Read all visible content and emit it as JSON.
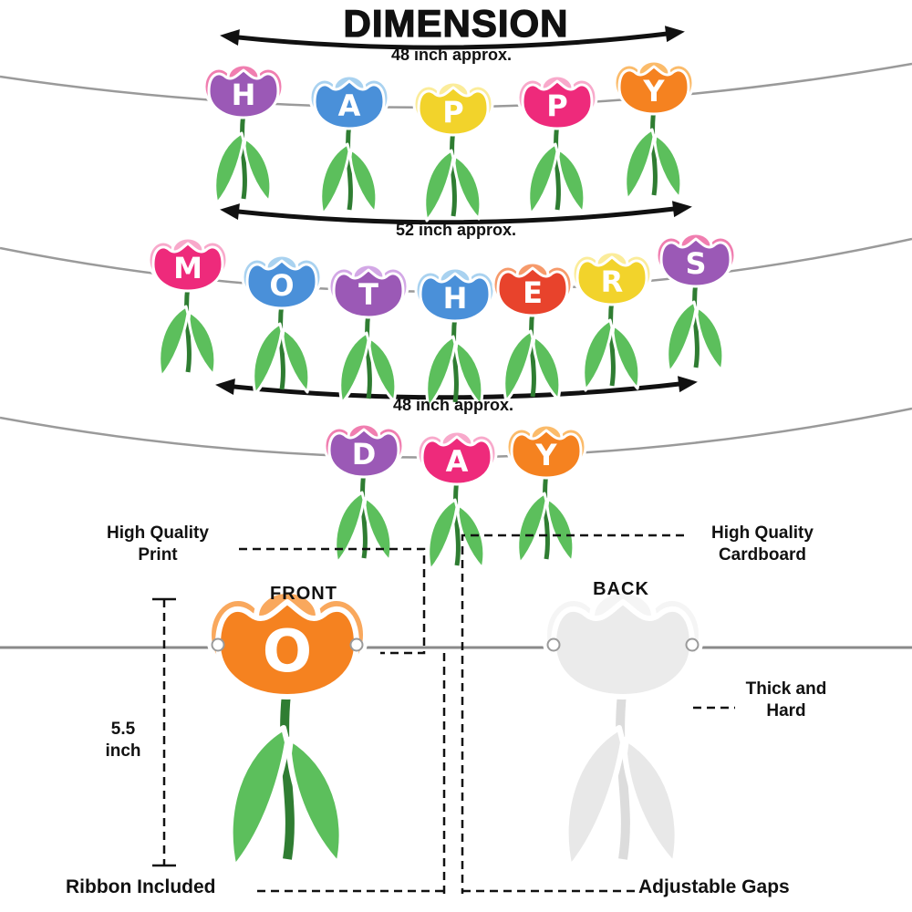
{
  "title": "DIMENSION",
  "banners": [
    {
      "measurement": "48 inch approx.",
      "flowers": [
        {
          "letter": "H",
          "main": "#9B59B6",
          "light": "#F07EB0"
        },
        {
          "letter": "A",
          "main": "#4A90D9",
          "light": "#A9D2F0"
        },
        {
          "letter": "P",
          "main": "#F2D32B",
          "light": "#FBEC9A"
        },
        {
          "letter": "P",
          "main": "#EE2A7B",
          "light": "#F8A9CB"
        },
        {
          "letter": "Y",
          "main": "#F58220",
          "light": "#FBBB6A"
        }
      ]
    },
    {
      "measurement": "52 inch approx.",
      "flowers": [
        {
          "letter": "M",
          "main": "#EE2A7B",
          "light": "#F8A9CB"
        },
        {
          "letter": "O",
          "main": "#4A90D9",
          "light": "#A9D2F0"
        },
        {
          "letter": "T",
          "main": "#9B59B6",
          "light": "#D3A8E6"
        },
        {
          "letter": "H",
          "main": "#4A90D9",
          "light": "#A9D2F0"
        },
        {
          "letter": "E",
          "main": "#E8432C",
          "light": "#F69A6B"
        },
        {
          "letter": "R",
          "main": "#F2D32B",
          "light": "#FBEC9A"
        },
        {
          "letter": "S",
          "main": "#9B59B6",
          "light": "#F07EB0"
        }
      ]
    },
    {
      "measurement": "48 inch approx.",
      "flowers": [
        {
          "letter": "D",
          "main": "#9B59B6",
          "light": "#F07EB0"
        },
        {
          "letter": "A",
          "main": "#EE2A7B",
          "light": "#F8A9CB"
        },
        {
          "letter": "Y",
          "main": "#F58220",
          "light": "#FBBB6A"
        }
      ]
    }
  ],
  "palette": {
    "leaf": "#5CBF5C",
    "stem": "#2F7D32",
    "string": "#9A9A9A",
    "arrow": "#111111"
  },
  "detail": {
    "front_label": "FRONT",
    "back_label": "BACK",
    "front_flower": {
      "letter": "O",
      "main": "#F58220",
      "light": "#F9A85D"
    },
    "back_flower": {
      "letter": "",
      "main": "#EBEBEB",
      "light": "#F5F5F5",
      "leaf": "#E8E8E8",
      "stem": "#DCDCDC"
    },
    "annotations": {
      "print": "High Quality Print",
      "cardboard": "High Quality Cardboard",
      "height": "5.5 inch",
      "thick": "Thick and Hard",
      "ribbon": "Ribbon Included",
      "gaps": "Adjustable Gaps"
    }
  }
}
